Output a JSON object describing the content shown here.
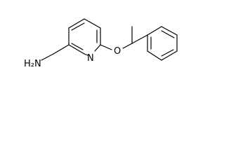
{
  "molecule": {
    "atoms": {
      "amine": {
        "label": "NH2",
        "display": "H₂N"
      },
      "ether_oxygen": {
        "label": "O"
      },
      "ring_nitrogen": {
        "label": "N"
      }
    }
  }
}
